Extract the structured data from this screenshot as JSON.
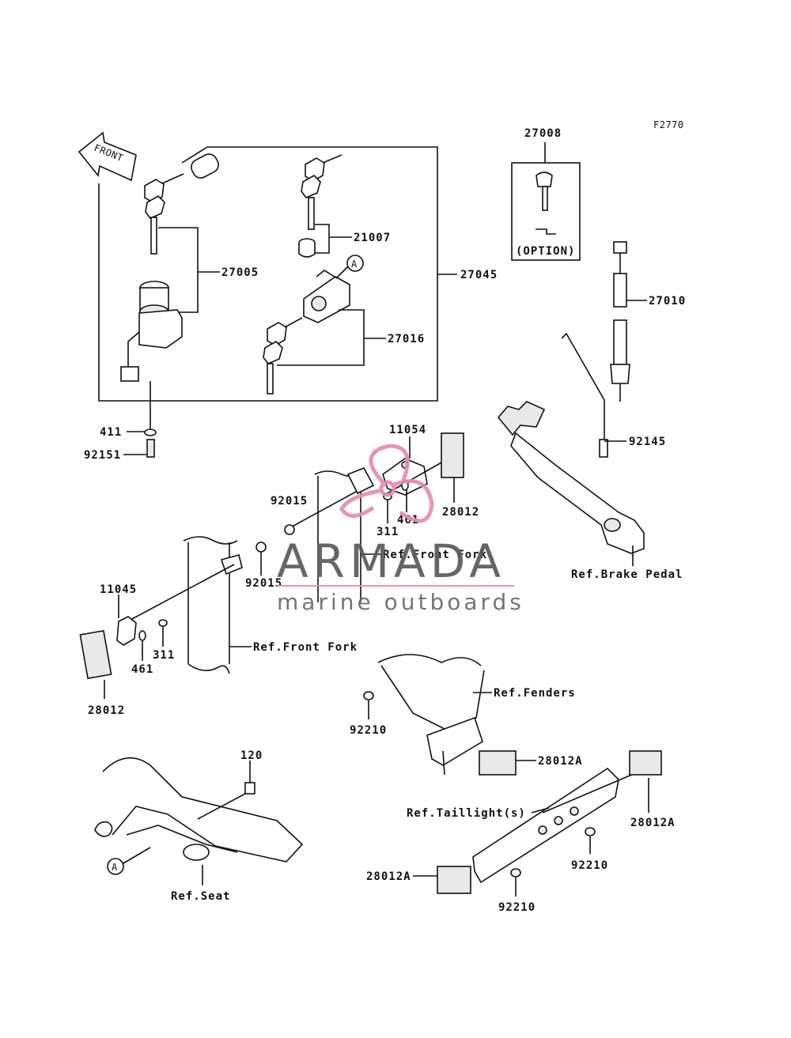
{
  "figure_code": "F2770",
  "front_label": "FRONT",
  "option_label": "(OPTION)",
  "callout_a": "A",
  "parts": {
    "p27008": "27008",
    "p21007": "21007",
    "p27005": "27005",
    "p27045": "27045",
    "p27010": "27010",
    "p27016": "27016",
    "p411": "411",
    "p92151": "92151",
    "p11054": "11054",
    "p92145": "92145",
    "p28012_top": "28012",
    "p92015_top": "92015",
    "p311_top": "311",
    "p461_top": "461",
    "p92015_mid": "92015",
    "p11045": "11045",
    "p311_low": "311",
    "p461_low": "461",
    "p28012_low": "28012",
    "p92210_a": "92210",
    "p28012A_a": "28012A",
    "p120": "120",
    "p28012A_b": "28012A",
    "p92210_b": "92210",
    "p28012A_c": "28012A",
    "p92210_c": "92210"
  },
  "refs": {
    "front_fork_top": "Ref.Front Fork",
    "front_fork_low": "Ref.Front Fork",
    "brake_pedal": "Ref.Brake Pedal",
    "fenders": "Ref.Fenders",
    "taillight": "Ref.Taillight(s)",
    "seat": "Ref.Seat"
  },
  "watermark": {
    "title": "ARMADA",
    "subtitle": "marine outboards",
    "accent_color": "#e58bb3"
  }
}
